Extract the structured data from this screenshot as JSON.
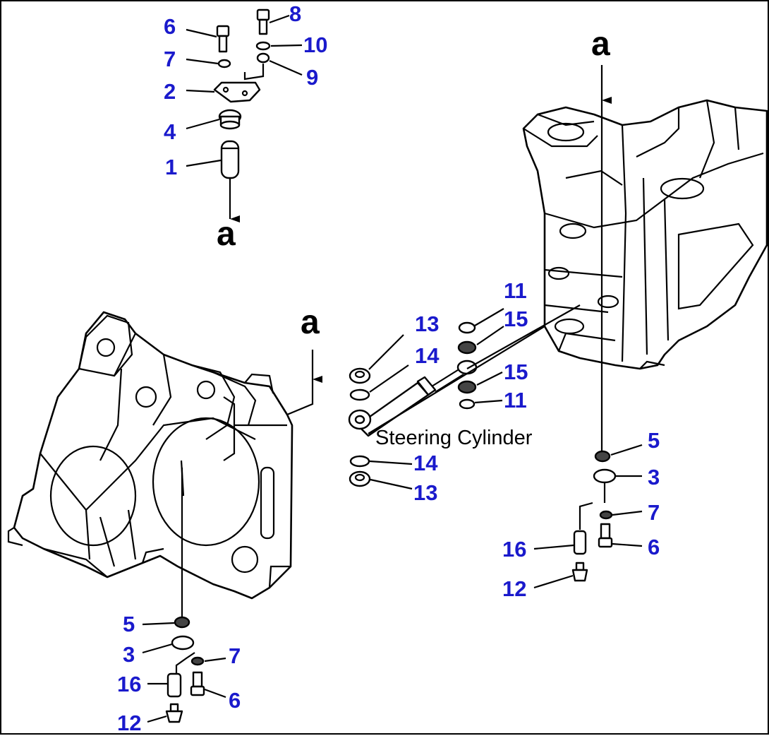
{
  "theme": {
    "callout_color": "#1a1acc",
    "line_color": "#000000",
    "background": "#ffffff"
  },
  "caption": "Steering Cylinder",
  "reference_letter": "a",
  "callouts": {
    "c1": "6",
    "c2": "8",
    "c3": "10",
    "c4": "7",
    "c5": "9",
    "c6": "2",
    "c7": "4",
    "c8": "1",
    "c9": "11",
    "c10": "13",
    "c11": "15",
    "c12": "14",
    "c13": "15",
    "c14": "11",
    "c15": "5",
    "c16": "3",
    "c17": "14",
    "c18": "13",
    "c19": "7",
    "c20": "16",
    "c21": "6",
    "c22": "12",
    "c23": "5",
    "c24": "3",
    "c25": "7",
    "c26": "16",
    "c27": "6",
    "c28": "12"
  }
}
